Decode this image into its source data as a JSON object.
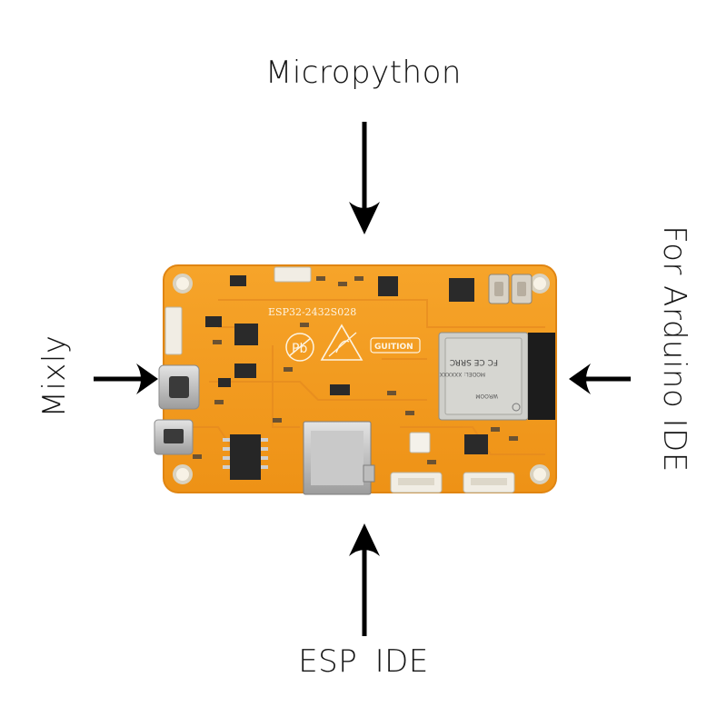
{
  "labels": {
    "top": "Micropython",
    "bottom": "ESP  IDE",
    "left": "Mixly",
    "right": "For Arduino IDE"
  },
  "board": {
    "silkscreen_model": "ESP32-2432S028",
    "brand_badge": "GUITION",
    "module_text": [
      "FC CE SRRC",
      "MODEL: XXXXXX",
      "WROOM"
    ],
    "colors": {
      "pcb": "#f39a1e",
      "pcb_edge": "#e08512",
      "trace": "#e9922a",
      "chip": "#2a2a2a",
      "module": "#c9c9c4",
      "antenna": "#1c1c1c",
      "metal": "#d5d5d5"
    }
  },
  "arrows": {
    "color": "#000000",
    "top": "arrow-down",
    "bottom": "arrow-up",
    "left": "arrow-right",
    "right": "arrow-left"
  }
}
